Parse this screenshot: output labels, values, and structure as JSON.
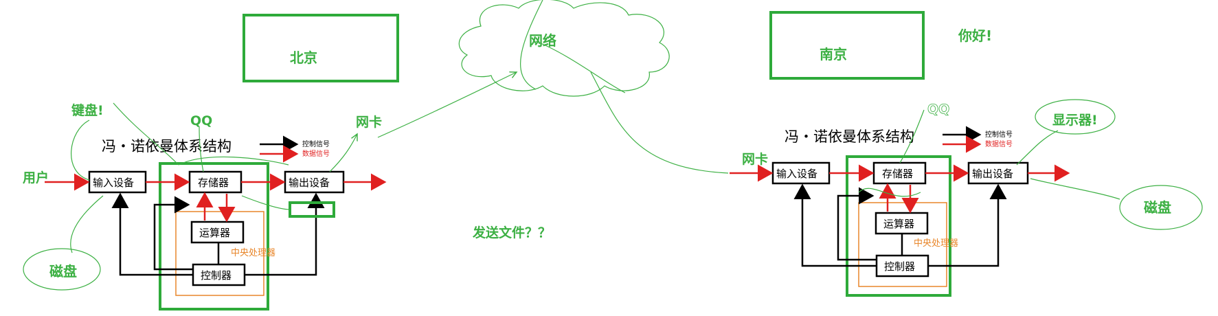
{
  "labels": {
    "beijing": "北京",
    "nanjing": "南京",
    "network": "网络",
    "hello": "你好!",
    "send_file": "发送文件？？",
    "keyboard": "键盘!",
    "qq_left": "QQ",
    "qq_right": "QQ",
    "nic_left": "网卡",
    "nic_right": "网卡",
    "user": "用户",
    "disk_left": "磁盘",
    "disk_right": "磁盘",
    "display": "显示器!"
  },
  "left_diagram": {
    "title": "冯・诺依曼体系结构",
    "legend_control": "控制信号",
    "legend_data": "数据信号",
    "input": "输入设备",
    "memory": "存储器",
    "output": "输出设备",
    "alu": "运算器",
    "controller": "控制器",
    "cpu": "中央处理器"
  },
  "right_diagram": {
    "title": "冯・诺依曼体系结构",
    "legend_control": "控制信号",
    "legend_data": "数据信号",
    "input": "输入设备",
    "memory": "存储器",
    "output": "输出设备",
    "alu": "运算器",
    "controller": "控制器",
    "cpu": "中央处理器"
  },
  "colors": {
    "annotation_green": "#3cb043",
    "data_red": "#e02020",
    "cpu_orange": "#e8862a"
  }
}
